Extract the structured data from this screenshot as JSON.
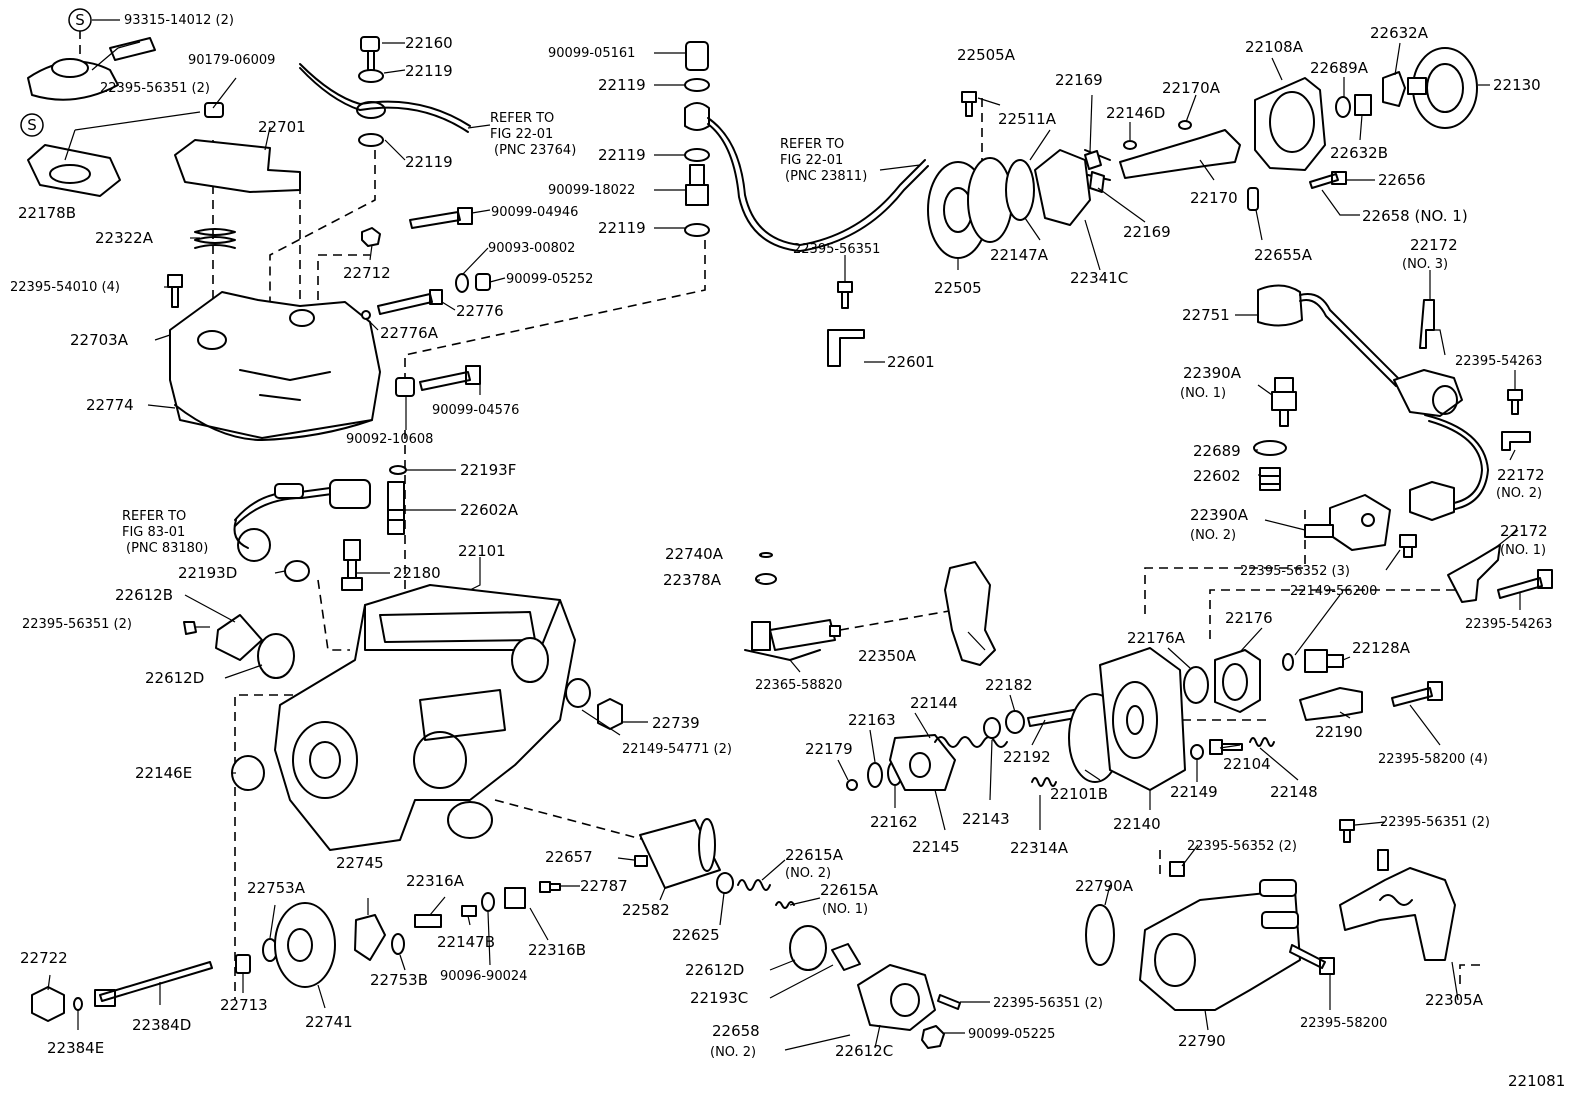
{
  "diagram_id": "221081",
  "labels": [
    {
      "id": "l01",
      "text": "93315-14012 (2)"
    },
    {
      "id": "l02",
      "text": "22395-56351 (2)"
    },
    {
      "id": "l03",
      "text": "90179-06009"
    },
    {
      "id": "l04",
      "text": "22701"
    },
    {
      "id": "l05",
      "text": "22178B"
    },
    {
      "id": "l06",
      "text": "22322A"
    },
    {
      "id": "l07",
      "text": "22395-54010 (4)"
    },
    {
      "id": "l08",
      "text": "22703A"
    },
    {
      "id": "l09",
      "text": "22774"
    },
    {
      "id": "l10",
      "text": "22160"
    },
    {
      "id": "l11",
      "text": "22119"
    },
    {
      "id": "l12",
      "text": "22119"
    },
    {
      "id": "l13",
      "text": "REFER TO"
    },
    {
      "id": "l14",
      "text": "FIG 22-01"
    },
    {
      "id": "l15",
      "text": "(PNC 23764)"
    },
    {
      "id": "l16",
      "text": "90099-04946"
    },
    {
      "id": "l17",
      "text": "22712"
    },
    {
      "id": "l18",
      "text": "90093-00802"
    },
    {
      "id": "l19",
      "text": "90099-05252"
    },
    {
      "id": "l20",
      "text": "22776"
    },
    {
      "id": "l21",
      "text": "22776A"
    },
    {
      "id": "l22",
      "text": "90099-04576"
    },
    {
      "id": "l23",
      "text": "90092-10608"
    },
    {
      "id": "l24",
      "text": "22193F"
    },
    {
      "id": "l25",
      "text": "22602A"
    },
    {
      "id": "l26",
      "text": "REFER TO"
    },
    {
      "id": "l27",
      "text": "FIG 83-01"
    },
    {
      "id": "l28",
      "text": "(PNC 83180)"
    },
    {
      "id": "l29",
      "text": "22193D"
    },
    {
      "id": "l30",
      "text": "22180"
    },
    {
      "id": "l31",
      "text": "22101"
    },
    {
      "id": "l32",
      "text": "22612B"
    },
    {
      "id": "l33",
      "text": "22395-56351 (2)"
    },
    {
      "id": "l34",
      "text": "22612D"
    },
    {
      "id": "l35",
      "text": "90099-05161"
    },
    {
      "id": "l36",
      "text": "22119"
    },
    {
      "id": "l37",
      "text": "22119"
    },
    {
      "id": "l38",
      "text": "90099-18022"
    },
    {
      "id": "l39",
      "text": "22119"
    },
    {
      "id": "l40",
      "text": "REFER TO"
    },
    {
      "id": "l41",
      "text": "FIG 22-01"
    },
    {
      "id": "l42",
      "text": "(PNC 23811)"
    },
    {
      "id": "l43",
      "text": "22395-56351"
    },
    {
      "id": "l44",
      "text": "22601"
    },
    {
      "id": "l45",
      "text": "22505A"
    },
    {
      "id": "l46",
      "text": "22511A"
    },
    {
      "id": "l47",
      "text": "22169"
    },
    {
      "id": "l48",
      "text": "22146D"
    },
    {
      "id": "l49",
      "text": "22170A"
    },
    {
      "id": "l50",
      "text": "22170"
    },
    {
      "id": "l51",
      "text": "22169"
    },
    {
      "id": "l52",
      "text": "22147A"
    },
    {
      "id": "l53",
      "text": "22341C"
    },
    {
      "id": "l54",
      "text": "22505"
    },
    {
      "id": "l55",
      "text": "22108A"
    },
    {
      "id": "l56",
      "text": "22689A"
    },
    {
      "id": "l57",
      "text": "22632A"
    },
    {
      "id": "l58",
      "text": "22130"
    },
    {
      "id": "l59",
      "text": "22632B"
    },
    {
      "id": "l60",
      "text": "22656"
    },
    {
      "id": "l61",
      "text": "22658 (NO. 1)"
    },
    {
      "id": "l62",
      "text": "22655A"
    },
    {
      "id": "l63",
      "text": "22172"
    },
    {
      "id": "l64",
      "text": "(NO. 3)"
    },
    {
      "id": "l65",
      "text": "22751"
    },
    {
      "id": "l66",
      "text": "22390A"
    },
    {
      "id": "l67",
      "text": "(NO. 1)"
    },
    {
      "id": "l68",
      "text": "22395-54263"
    },
    {
      "id": "l69",
      "text": "22689"
    },
    {
      "id": "l70",
      "text": "22602"
    },
    {
      "id": "l71",
      "text": "22172"
    },
    {
      "id": "l72",
      "text": "(NO. 2)"
    },
    {
      "id": "l73",
      "text": "22390A"
    },
    {
      "id": "l74",
      "text": "(NO. 2)"
    },
    {
      "id": "l75",
      "text": "22172"
    },
    {
      "id": "l76",
      "text": "(NO. 1)"
    },
    {
      "id": "l77",
      "text": "22395-56352 (3)"
    },
    {
      "id": "l78",
      "text": "22149-56200"
    },
    {
      "id": "l79",
      "text": "22395-54263"
    },
    {
      "id": "l80",
      "text": "22740A"
    },
    {
      "id": "l81",
      "text": "22378A"
    },
    {
      "id": "l82",
      "text": "22350A"
    },
    {
      "id": "l83",
      "text": "22365-58820"
    },
    {
      "id": "l84",
      "text": "22176A"
    },
    {
      "id": "l85",
      "text": "22176"
    },
    {
      "id": "l86",
      "text": "22128A"
    },
    {
      "id": "l87",
      "text": "22739"
    },
    {
      "id": "l88",
      "text": "22149-54771 (2)"
    },
    {
      "id": "l89",
      "text": "22144"
    },
    {
      "id": "l90",
      "text": "22182"
    },
    {
      "id": "l91",
      "text": "22163"
    },
    {
      "id": "l92",
      "text": "22179"
    },
    {
      "id": "l93",
      "text": "22192"
    },
    {
      "id": "l94",
      "text": "22143"
    },
    {
      "id": "l95",
      "text": "22162"
    },
    {
      "id": "l96",
      "text": "22145"
    },
    {
      "id": "l97",
      "text": "22101B"
    },
    {
      "id": "l98",
      "text": "22314A"
    },
    {
      "id": "l99",
      "text": "22140"
    },
    {
      "id": "l100",
      "text": "22149"
    },
    {
      "id": "l101",
      "text": "22104"
    },
    {
      "id": "l102",
      "text": "22148"
    },
    {
      "id": "l103",
      "text": "22190"
    },
    {
      "id": "l104",
      "text": "22395-58200 (4)"
    },
    {
      "id": "l105",
      "text": "22146E"
    },
    {
      "id": "l106",
      "text": "22657"
    },
    {
      "id": "l107",
      "text": "22615A"
    },
    {
      "id": "l108",
      "text": "(NO. 2)"
    },
    {
      "id": "l109",
      "text": "22615A"
    },
    {
      "id": "l110",
      "text": "(NO. 1)"
    },
    {
      "id": "l111",
      "text": "22582"
    },
    {
      "id": "l112",
      "text": "22625"
    },
    {
      "id": "l113",
      "text": "22612D"
    },
    {
      "id": "l114",
      "text": "22193C"
    },
    {
      "id": "l115",
      "text": "22658"
    },
    {
      "id": "l116",
      "text": "(NO. 2)"
    },
    {
      "id": "l117",
      "text": "22612C"
    },
    {
      "id": "l118",
      "text": "22395-56351 (2)"
    },
    {
      "id": "l119",
      "text": "90099-05225"
    },
    {
      "id": "l120",
      "text": "22745"
    },
    {
      "id": "l121",
      "text": "22753A"
    },
    {
      "id": "l122",
      "text": "22316A"
    },
    {
      "id": "l123",
      "text": "22787"
    },
    {
      "id": "l124",
      "text": "22147B"
    },
    {
      "id": "l125",
      "text": "22316B"
    },
    {
      "id": "l126",
      "text": "90096-90024"
    },
    {
      "id": "l127",
      "text": "22753B"
    },
    {
      "id": "l128",
      "text": "22741"
    },
    {
      "id": "l129",
      "text": "22713"
    },
    {
      "id": "l130",
      "text": "22384D"
    },
    {
      "id": "l131",
      "text": "22722"
    },
    {
      "id": "l132",
      "text": "22384E"
    },
    {
      "id": "l133",
      "text": "22395-56352 (2)"
    },
    {
      "id": "l134",
      "text": "22395-56351 (2)"
    },
    {
      "id": "l135",
      "text": "22790A"
    },
    {
      "id": "l136",
      "text": "22790"
    },
    {
      "id": "l137",
      "text": "22395-58200"
    },
    {
      "id": "l138",
      "text": "22305A"
    }
  ],
  "symbols": [
    {
      "id": "s1",
      "text": "S"
    },
    {
      "id": "s2",
      "text": "S"
    }
  ]
}
